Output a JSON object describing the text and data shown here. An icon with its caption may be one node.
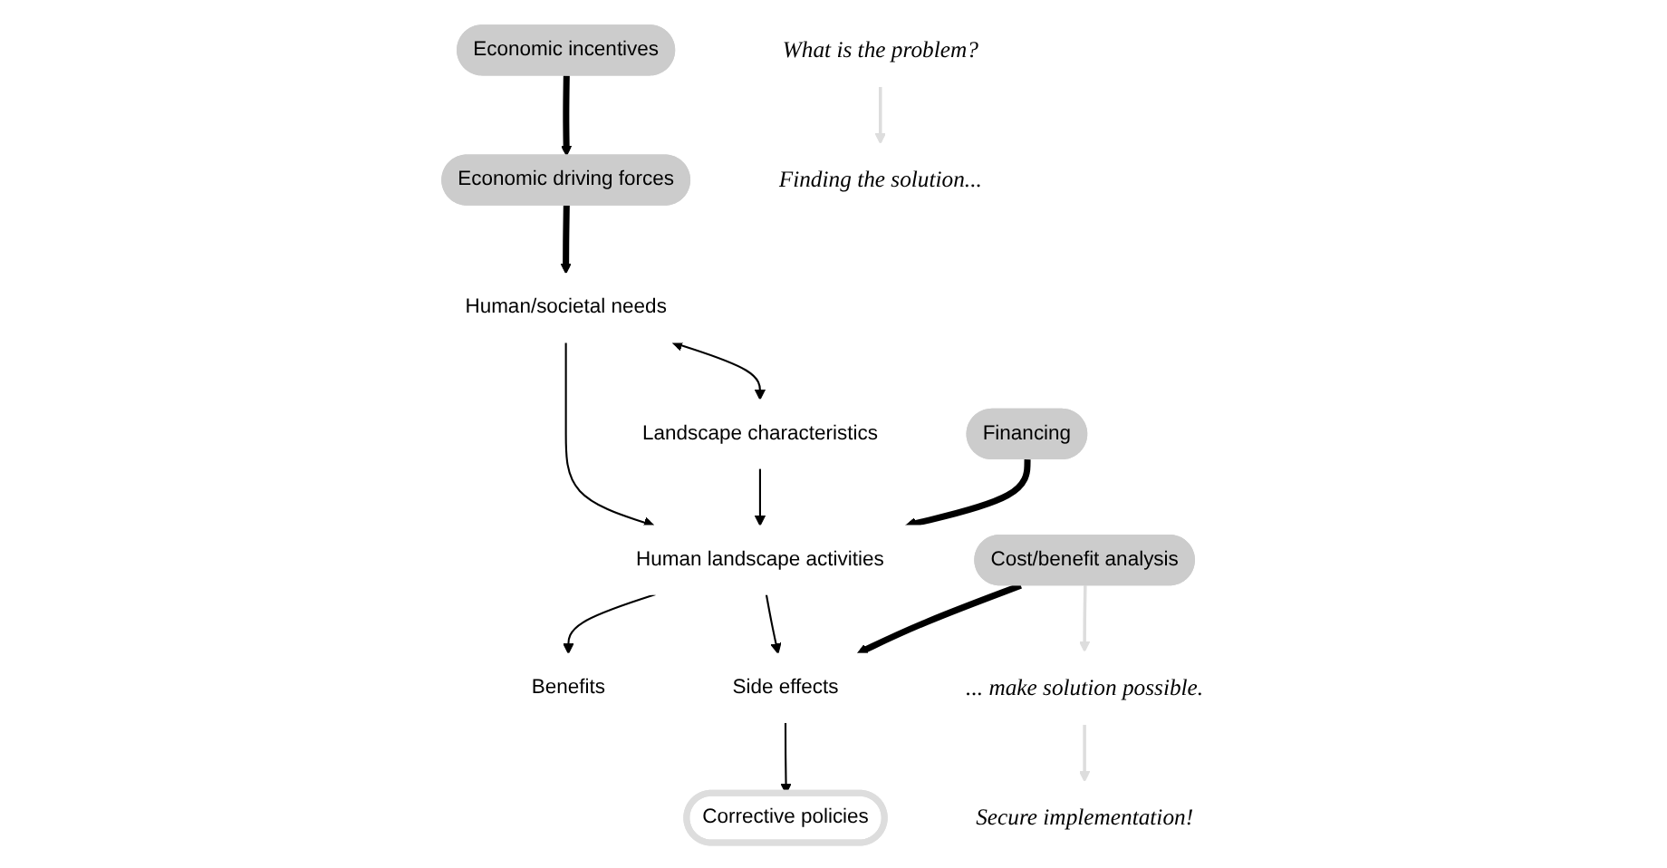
{
  "diagram": {
    "nodes": [
      {
        "text": [
          "What is the problem?"
        ]
      },
      {
        "text": [
          "Economic driving forces"
        ]
      },
      {
        "text": [
          "Human/societal needs"
        ]
      },
      {
        "text": [
          "Landscape characteristics"
        ]
      },
      {
        "text": [
          "Finding the solution..."
        ]
      },
      {
        "text": [
          "Human landscape activities"
        ]
      },
      {
        "text": [
          "Cost/benefit analysis"
        ]
      },
      {
        "text": [
          "Economic incentives"
        ]
      },
      {
        "text": [
          "Benefits"
        ]
      },
      {
        "text": [
          "Side effects"
        ]
      },
      {
        "text": [
          "Secure implementation!"
        ]
      },
      {
        "text": [
          "Corrective policies"
        ]
      },
      {
        "text": [
          "Financing"
        ]
      },
      {
        "text": [
          "... make solution possible."
        ]
      }
    ],
    "edges": [
      {
        "from": 0,
        "to": 4,
        "arrow": "to",
        "color": "#dddddd"
      },
      {
        "from": 1,
        "to": 2,
        "arrow": "to",
        "style": "thick"
      },
      {
        "from": 2,
        "to": 3,
        "arrow": "both"
      },
      {
        "from": 2,
        "to": 5,
        "arrow": "to"
      },
      {
        "from": 3,
        "to": 5,
        "arrow": "to"
      },
      {
        "from": 5,
        "to": 8,
        "arrow": "to"
      },
      {
        "from": 5,
        "to": 9,
        "arrow": "to"
      },
      {
        "from": 6,
        "to": 9,
        "arrow": "to",
        "style": "thick"
      },
      {
        "from": 9,
        "to": 11,
        "arrow": "to"
      },
      {
        "from": 12,
        "to": 5,
        "arrow": "to",
        "style": "thick"
      },
      {
        "from": 6,
        "to": 13,
        "arrow": "to",
        "color": "#dddddd"
      },
      {
        "from": 13,
        "to": 10,
        "arrow": "to",
        "color": "#dddddd"
      },
      {
        "from": 7,
        "to": 1,
        "arrow": "to",
        "style": "thick"
      }
    ]
  }
}
